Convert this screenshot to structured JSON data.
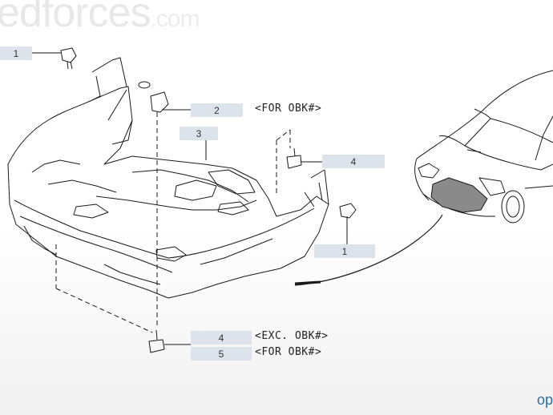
{
  "watermark": {
    "text": "edforces",
    "tld": ".com"
  },
  "callouts": [
    {
      "id": "c1a",
      "label": "1"
    },
    {
      "id": "c2",
      "label": "2"
    },
    {
      "id": "c3",
      "label": "3"
    },
    {
      "id": "c4a",
      "label": "4"
    },
    {
      "id": "c1b",
      "label": "1"
    },
    {
      "id": "c4b",
      "label": "4"
    },
    {
      "id": "c5",
      "label": "5"
    }
  ],
  "notes": {
    "for_obk_top": "<FOR OBK#>",
    "exc_obk": "<EXC. OBK#>",
    "for_obk_bottom": "<FOR OBK#>"
  },
  "corner_text": "op"
}
